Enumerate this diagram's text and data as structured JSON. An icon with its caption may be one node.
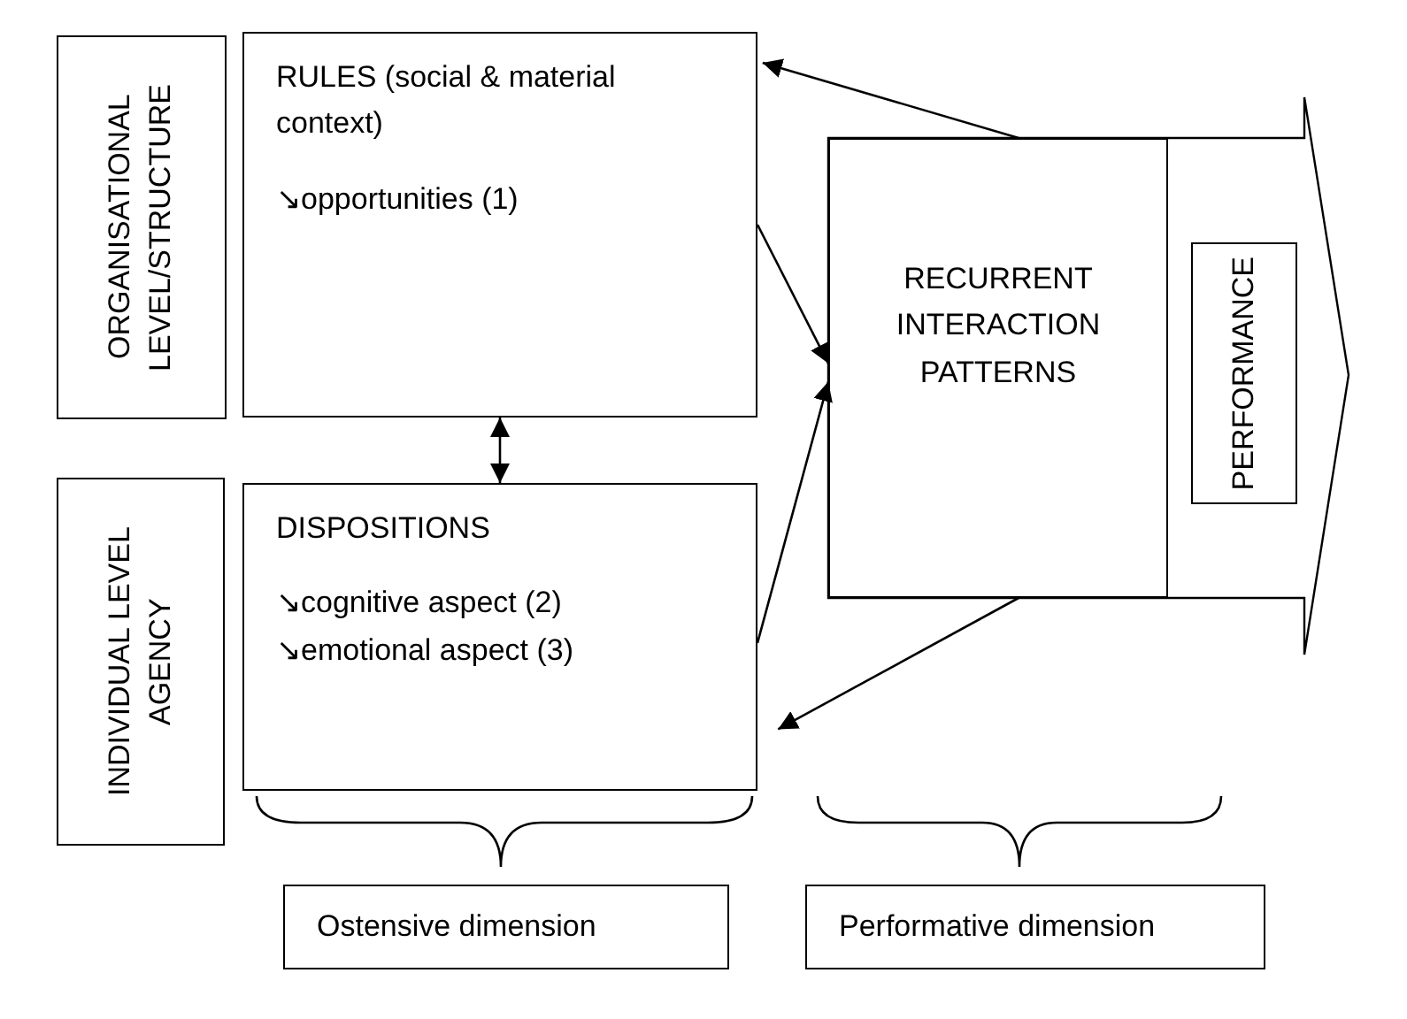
{
  "diagram": {
    "nodes": [
      {
        "text": [
          "ORGANISATIONAL LEVEL/STRUCTURE"
        ]
      },
      {
        "text": [
          "RULES (social & material context)",
          "↘opportunities (1)"
        ]
      },
      {
        "text": [
          "INDIVIDUAL LEVEL AGENCY"
        ]
      },
      {
        "text": [
          "DISPOSITIONS",
          "↘cognitive aspect (2)",
          "↘emotional aspect (3)"
        ]
      },
      {
        "text": [
          "RECURRENT INTERACTION PATTERNS"
        ]
      },
      {
        "text": [
          "PERFORMANCE"
        ]
      },
      {
        "text": [
          "Ostensive dimension"
        ]
      },
      {
        "text": [
          "Performative dimension"
        ]
      }
    ],
    "edges": [
      {
        "from": 1,
        "to": 4,
        "arrow": "to"
      },
      {
        "from": 3,
        "to": 4,
        "arrow": "to"
      },
      {
        "from": 4,
        "to": 1,
        "arrow": "to"
      },
      {
        "from": 4,
        "to": 3,
        "arrow": "to"
      },
      {
        "from": 1,
        "to": 3,
        "arrow": "both"
      }
    ]
  }
}
